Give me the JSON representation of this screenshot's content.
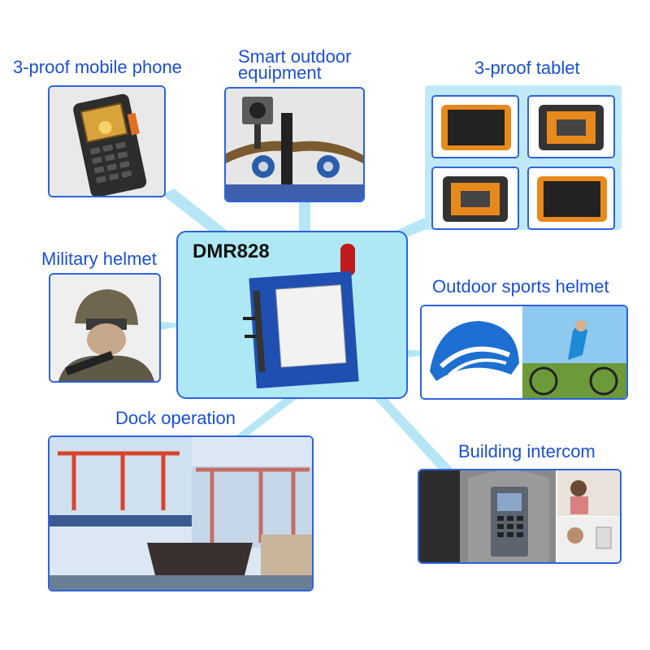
{
  "center": {
    "title": "DMR828"
  },
  "labels": {
    "phone": "3-proof mobile phone",
    "outdoor_line1": "Smart outdoor",
    "outdoor_line2": "equipment",
    "tablet": "3-proof tablet",
    "military": "Military helmet",
    "sports": "Outdoor sports helmet",
    "dock": "Dock operation",
    "building": "Building intercom"
  },
  "colors": {
    "label_text": "#1a4fd6",
    "frame_border": "#2c63e0",
    "connector": "#9fdcf2",
    "center_fill": "#aee8f5"
  }
}
